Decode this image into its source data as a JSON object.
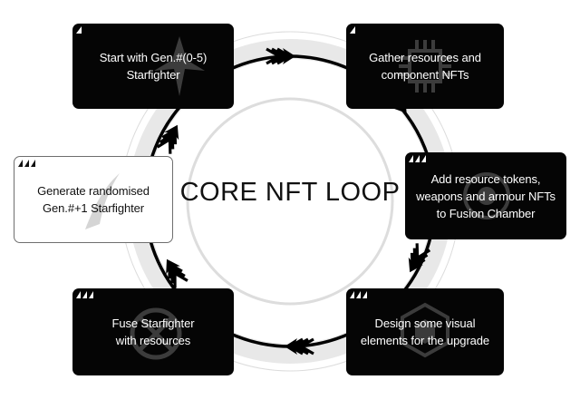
{
  "diagram": {
    "title": "CORE NFT LOOP",
    "steps": [
      {
        "label": "Start with Gen.#(0-5)\nStarfighter",
        "style": "dark",
        "icon": "starfighter-silhouette-icon"
      },
      {
        "label": "Gather resources and\ncomponent NFTs",
        "style": "dark",
        "icon": "circuit-chip-icon"
      },
      {
        "label": "Add resource tokens,\nweapons and armour NFTs\nto Fusion Chamber",
        "style": "dark",
        "icon": "fusion-chamber-icon"
      },
      {
        "label": "Design some visual\nelements for the upgrade",
        "style": "dark",
        "icon": "hexagon-shapes-icon"
      },
      {
        "label": "Fuse Starfighter\nwith resources",
        "style": "dark",
        "icon": "shield-crest-icon"
      },
      {
        "label": "Generate randomised\nGen.#+1 Starfighter",
        "style": "light",
        "icon": "wing-swoosh-icon"
      }
    ],
    "colors": {
      "box_dark": "#050505",
      "box_light_border": "#6e6e6e",
      "outer_ring": "#e8e8e8",
      "loop_line": "#000000",
      "inner_circle_border": "#dddddd"
    }
  }
}
